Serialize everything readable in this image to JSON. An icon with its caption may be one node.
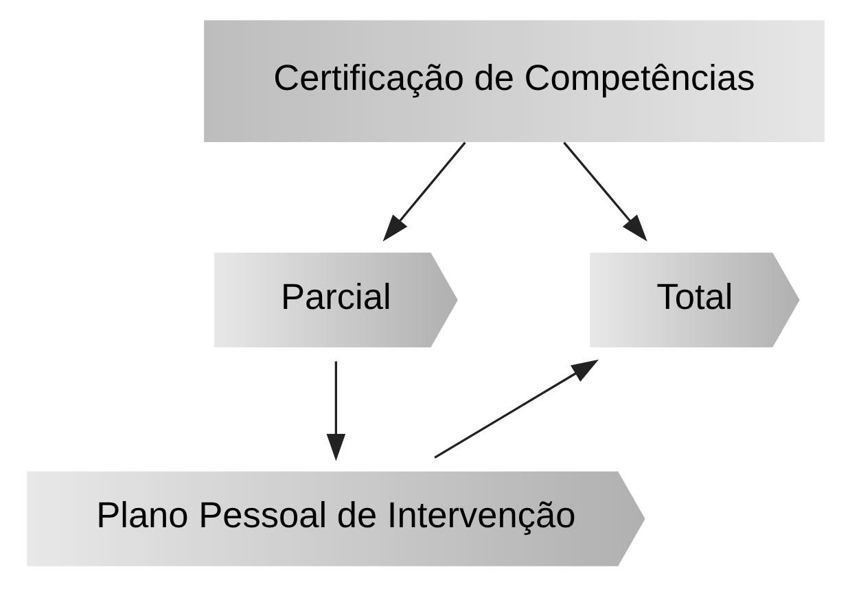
{
  "diagram": {
    "nodes": [
      {
        "text": [
          "Certificação de Competências"
        ]
      },
      {
        "text": [
          "Parcial"
        ]
      },
      {
        "text": [
          "Total"
        ]
      },
      {
        "text": [
          "Plano Pessoal de Intervenção"
        ]
      }
    ],
    "edges": [
      {
        "from": 0,
        "to": 1,
        "arrow": "to"
      },
      {
        "from": 0,
        "to": 2,
        "arrow": "to"
      },
      {
        "from": 1,
        "to": 3,
        "arrow": "to"
      },
      {
        "from": 3,
        "to": 2,
        "arrow": "to"
      }
    ]
  }
}
